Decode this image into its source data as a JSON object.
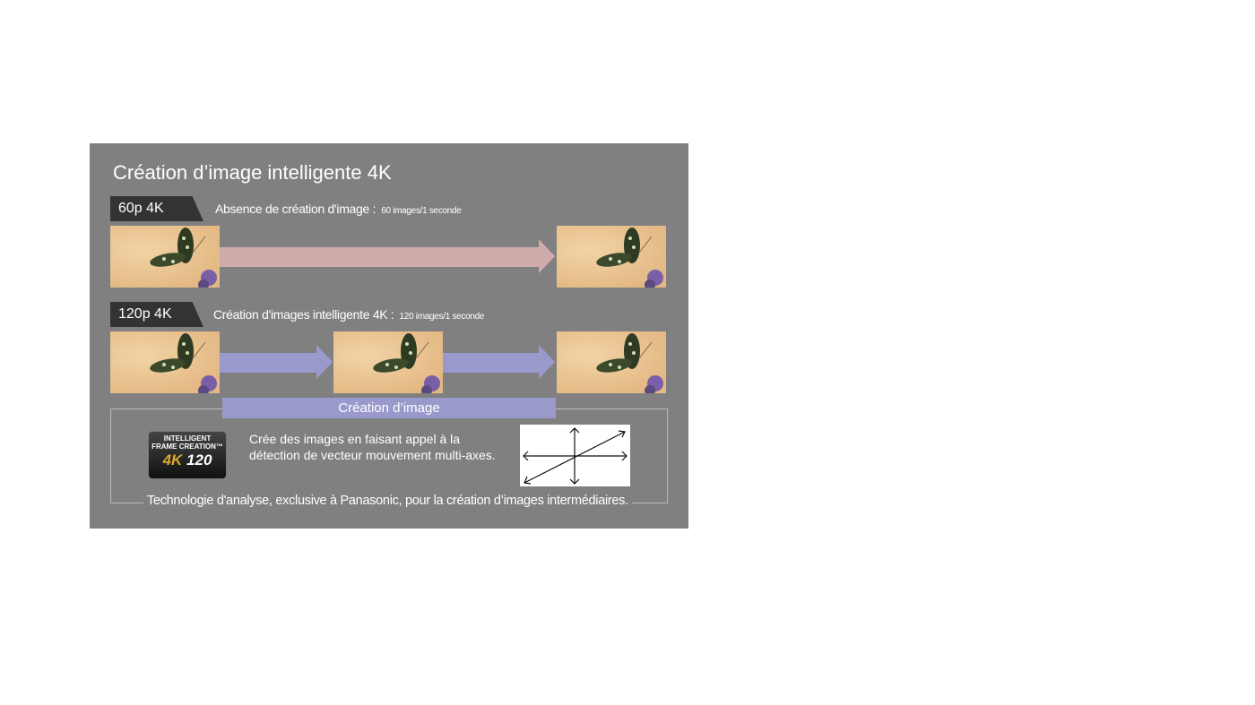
{
  "title": "Création d’image intelligente 4K",
  "row1": {
    "tag": "60p 4K",
    "label": "Absence de création d'image :",
    "rate": "60 images/1 seconde"
  },
  "row2": {
    "tag": "120p 4K",
    "label": "Création d'images intelligente 4K :",
    "rate": "120 images/1 seconde"
  },
  "creation_bar": "Création d’image",
  "badge": {
    "line1": "INTELLIGENT",
    "line2": "FRAME CREATION™",
    "logo": "4K 120 fps"
  },
  "description": "Crée des images en faisant appel à la détection de vecteur mouvement multi-axes.",
  "footer": "Technologie d'analyse, exclusive à Panasonic, pour la création d’images intermédiaires.",
  "colors": {
    "panel": "#808080",
    "arrow60": "#d1abab",
    "arrow120": "#9999cc",
    "tag": "#333333"
  }
}
